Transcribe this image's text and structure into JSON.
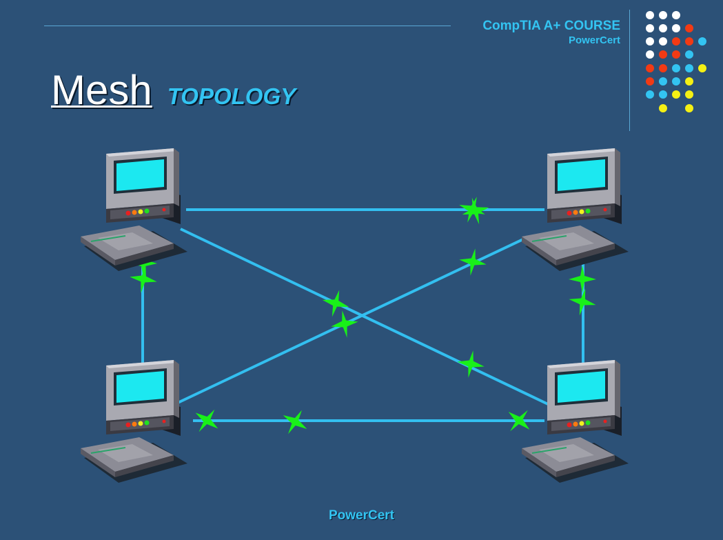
{
  "header": {
    "course": "CompTIA A+ COURSE",
    "brand": "PowerCert"
  },
  "title": {
    "main": "Mesh",
    "sub": "TOPOLOGY"
  },
  "footer": {
    "brand": "PowerCert"
  },
  "colors": {
    "background": "#2c5177",
    "cable": "#33bff0",
    "signal": "#19f019",
    "accent": "#33c4f2"
  },
  "diagram": {
    "nodes": [
      "computer-top-left",
      "computer-top-right",
      "computer-bottom-left",
      "computer-bottom-right"
    ],
    "links": [
      [
        "computer-top-left",
        "computer-top-right"
      ],
      [
        "computer-top-left",
        "computer-bottom-left"
      ],
      [
        "computer-top-left",
        "computer-bottom-right"
      ],
      [
        "computer-top-right",
        "computer-bottom-left"
      ],
      [
        "computer-top-right",
        "computer-bottom-right"
      ],
      [
        "computer-bottom-left",
        "computer-bottom-right"
      ]
    ]
  }
}
